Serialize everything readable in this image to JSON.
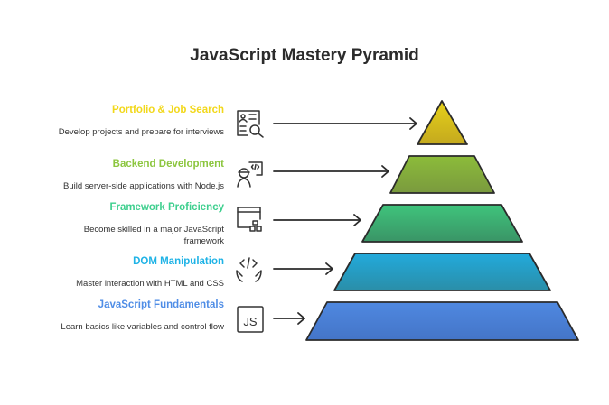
{
  "title": "JavaScript Mastery Pyramid",
  "levels": [
    {
      "title": "Portfolio & Job Search",
      "description": "Develop projects and prepare for interviews",
      "icon": "resume-search-icon",
      "color": "#f2d81b",
      "fill_top": "#e6d11a",
      "fill_bottom": "#c4a91e"
    },
    {
      "title": "Backend Development",
      "description": "Build server-side applications with Node.js",
      "icon": "developer-code-icon",
      "color": "#8cc63f",
      "fill_top": "#8cbc3a",
      "fill_bottom": "#7a9a3e"
    },
    {
      "title": "Framework Proficiency",
      "description": "Become skilled in a major JavaScript framework",
      "icon": "browser-components-icon",
      "color": "#3ecf8e",
      "fill_top": "#3fc47c",
      "fill_bottom": "#3a9466"
    },
    {
      "title": "DOM Manipulation",
      "description": "Master interaction with HTML and CSS",
      "icon": "hands-code-icon",
      "color": "#1fb3e6",
      "fill_top": "#22aadc",
      "fill_bottom": "#2a8ea8"
    },
    {
      "title": "JavaScript Fundamentals",
      "description": "Learn basics like variables and control flow",
      "icon": "js-icon",
      "color": "#4f8de6",
      "fill_top": "#4f88e0",
      "fill_bottom": "#4475c8"
    }
  ]
}
